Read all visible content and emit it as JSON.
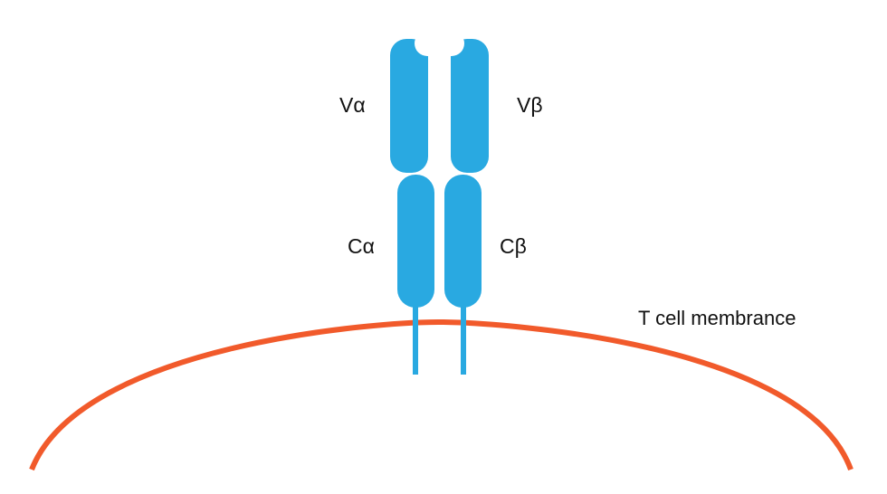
{
  "labels": {
    "v_alpha": "Vα",
    "v_beta": "Vβ",
    "c_alpha": "Cα",
    "c_beta": "Cβ",
    "membrane": "T cell membrance"
  },
  "colors": {
    "receptor": "#29a9e1",
    "membrane": "#f15a2b",
    "background": "#ffffff",
    "text": "#111111"
  }
}
